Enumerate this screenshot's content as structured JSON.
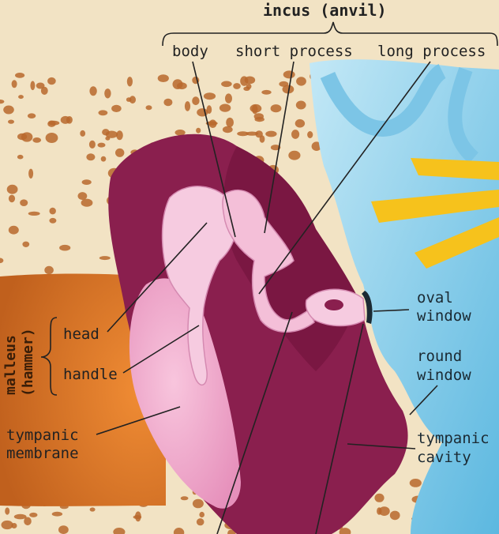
{
  "incus": {
    "title": "incus (anvil)",
    "parts": {
      "body": "body",
      "short_process": "short process",
      "long_process": "long process"
    }
  },
  "malleus": {
    "title_line1": "malleus",
    "title_line2": "(hammer)",
    "parts": {
      "head": "head",
      "handle": "handle"
    }
  },
  "labels": {
    "tympanic_membrane_1": "tympanic",
    "tympanic_membrane_2": "membrane",
    "oval_window_1": "oval",
    "oval_window_2": "window",
    "round_window_1": "round",
    "round_window_2": "window",
    "tympanic_cavity_1": "tympanic",
    "tympanic_cavity_2": "cavity"
  },
  "colors": {
    "bone": "#f2e3c4",
    "bone_pore": "#b8692d",
    "canal": "#d7772a",
    "cavity": "#8a1f4e",
    "ossicle": "#f4bfd8",
    "membrane": "#f1aacb",
    "inner_ear": "#8fd0ec",
    "nerve": "#f6c21c"
  }
}
